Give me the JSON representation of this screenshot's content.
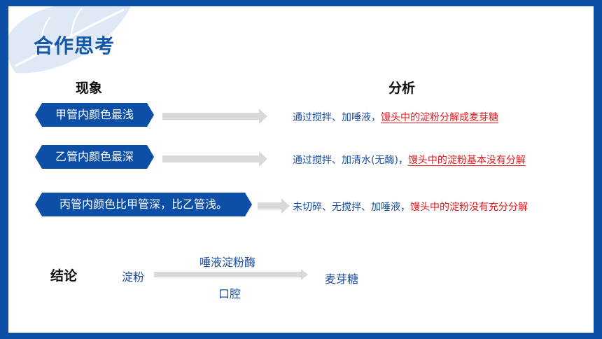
{
  "title": "合作思考",
  "headers": {
    "phenomenon": "现象",
    "analysis": "分析"
  },
  "rows": [
    {
      "tag": "甲管内颜色最浅",
      "plain": "通过搅拌、加唾液，",
      "highlight": "馒头中的淀粉分解成麦芽糖"
    },
    {
      "tag": "乙管内颜色最深",
      "plain": "通过搅拌、加清水(无酶)，",
      "highlight": "馒头中的淀粉基本没有分解"
    },
    {
      "tag": "丙管内颜色比甲管深，比乙管浅。",
      "plain": "未切碎、无搅拌、加唾液，",
      "highlight": "馒头中的淀粉没有充分分解"
    }
  ],
  "conclusion": {
    "label": "结论",
    "reactant": "淀粉",
    "enzyme": "唾液淀粉酶",
    "site": "口腔",
    "product": "麦芽糖"
  },
  "colors": {
    "brand_blue": "#0d4fa6",
    "highlight_red": "#e6191e",
    "arrow_gray": "#d9d9d9"
  }
}
